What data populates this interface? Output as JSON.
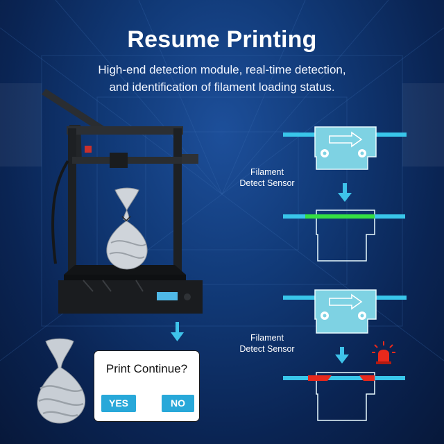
{
  "header": {
    "title": "Resume Printing",
    "subtitle_line1": "High-end detection module, real-time detection,",
    "subtitle_line2": "and identification of filament loading status."
  },
  "sensor_labels": [
    {
      "line1": "Filament",
      "line2": "Detect Sensor"
    },
    {
      "line1": "Filament",
      "line2": "Detect Sensor"
    }
  ],
  "dialog": {
    "title": "Print Continue?",
    "yes_label": "YES",
    "no_label": "NO"
  },
  "colors": {
    "pipe": "#39c6ea",
    "sensor_body": "#7ed2e3",
    "filament_ok": "#35e043",
    "filament_alarm": "#e8291c",
    "button": "#28a8d9"
  }
}
